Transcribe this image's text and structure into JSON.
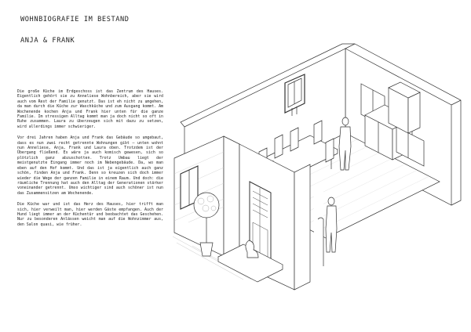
{
  "header": {
    "title": "WOHNBIOGRAFIE IM BESTAND",
    "subtitle": "ANJA & FRANK"
  },
  "text": {
    "paragraphs": [
      "Die große Küche im Erdgeschoss ist das Zentrum des Hauses. Eigentlich gehört sie zu Anneliese Wohnbereich, aber sie wird auch vom Rest der Familie genutzt. Das ist eh nicht zu umgehen, da man durch die Küche zur Waschküche und zum Ausgang kommt. Am Wochenende kochen Anja und Frank hier unten für die ganze Familie. Im stressigen Alltag kommt man ja doch nicht so oft in Ruhe zusammen. Laura zu überzeugen sich mit dazu zu setzen, wird allerdings immer schwieriger.",
      "Vor drei Jahren haben Anja und Frank das Gebäude so umgebaut, dass es nun zwei recht getrennte Wohnungen gibt – unten wohnt nun Anneliese, Anja, Frank und Laura oben. Trotzdem ist der Übergang fließend. Es wäre ja auch komisch gewesen, sich so plötzlich ganz abzuschotten. Trotz Umbau liegt der meistgenutzte Eingang immer noch im Nebengebäude. Da, wo man eben auf den Hof kommt. Und das ist ja eigentlich auch ganz schön, finden Anja und Frank. Denn so kreuzen sich doch immer wieder die Wege der ganzen Familie in einem Raum. Und doch: die räumliche Trennung hat auch den Alltag der Generationen stärker voneinander getrennt. Umso wichtiger sind auch schöner ist nun das Zusammensitzen am Wochenende.",
      "Die Küche war und ist das Herz des Hauses, hier trifft man sich, hier verweilt man, hier werden Gäste empfangen. Auch der Hund liegt immer an der Küchentür und beobachtet das Geschehen. Nur zu besonderen Anlässen weicht man auf die Wohnzimmer aus, den Salon quasi, wie früher."
    ]
  }
}
